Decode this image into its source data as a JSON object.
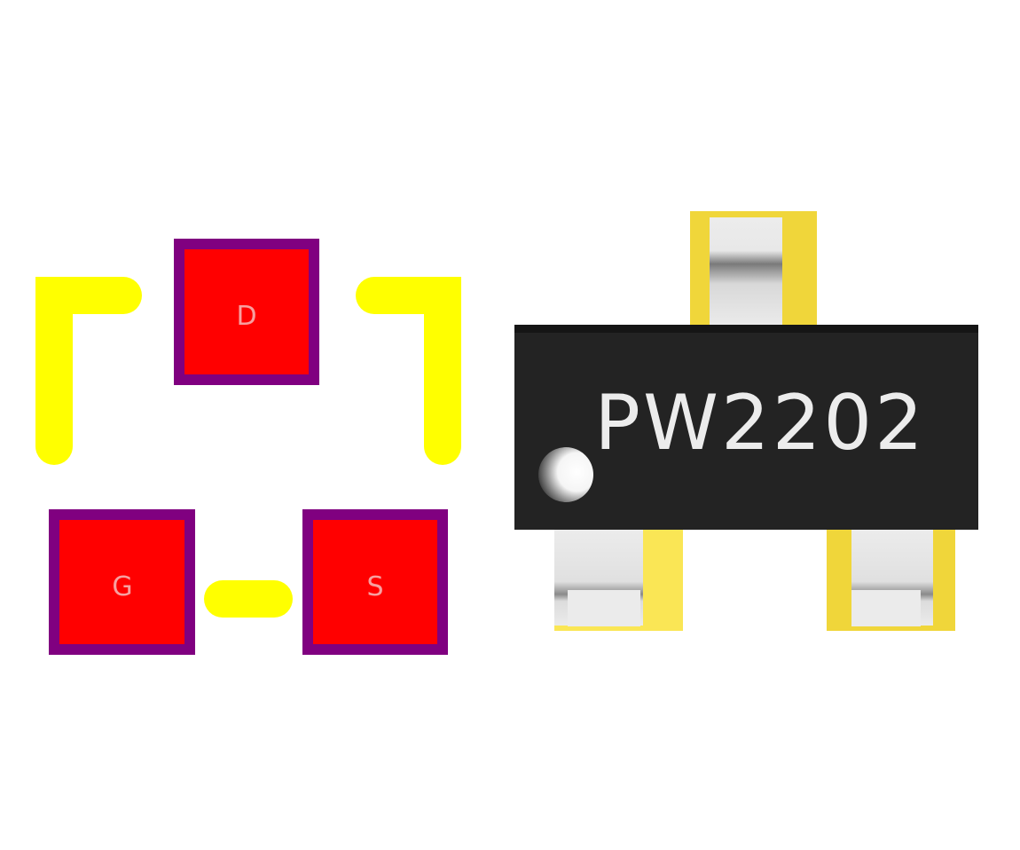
{
  "footprint": {
    "pads": [
      {
        "label": "D"
      },
      {
        "label": "G"
      },
      {
        "label": "S"
      }
    ]
  },
  "package_3d": {
    "marking": "PW2202"
  },
  "colors": {
    "pad_fill": "#ff0000",
    "pad_border": "#800080",
    "silkscreen": "#ffff00",
    "body": "#232323",
    "lead_plating": "#f0d63a",
    "lead": "#e8e8e8",
    "marking_text": "#ececec"
  }
}
